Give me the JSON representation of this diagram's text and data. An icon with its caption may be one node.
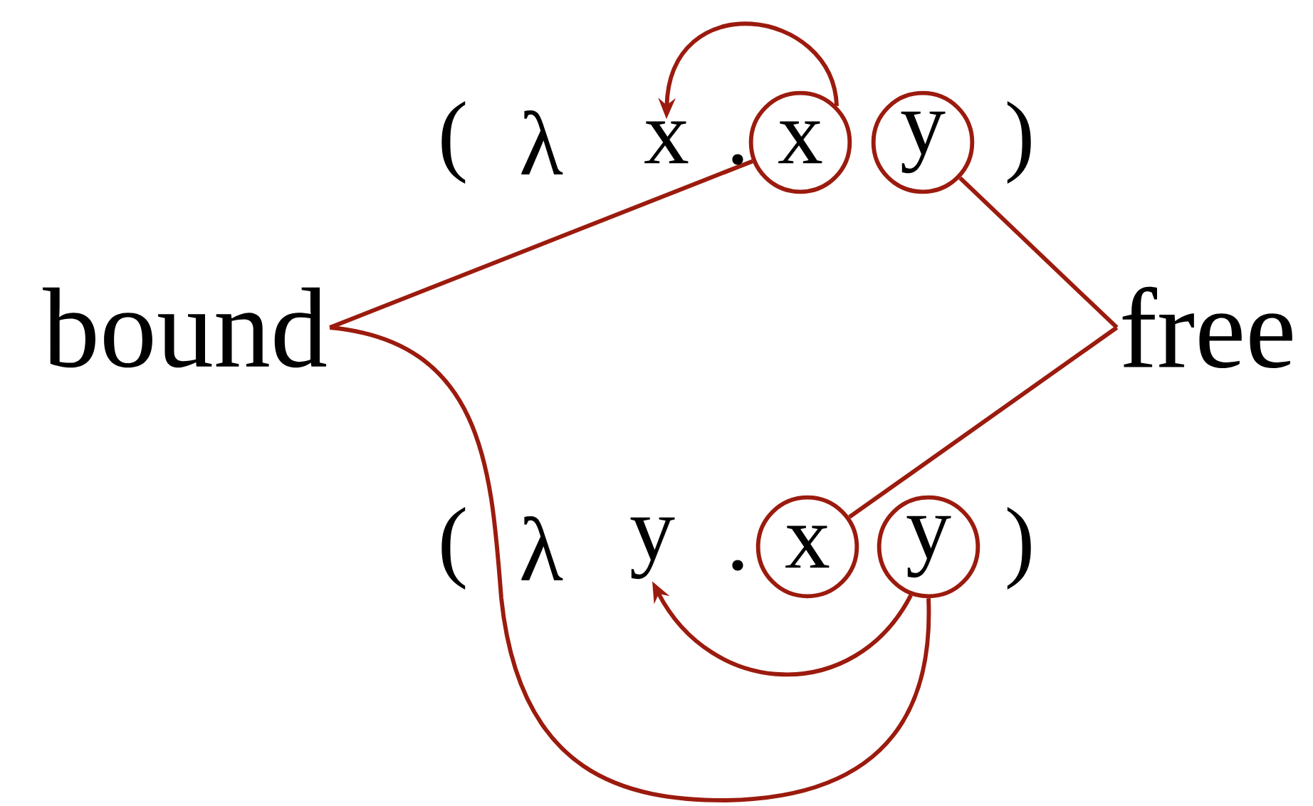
{
  "diagram": {
    "nodes": [
      {
        "text": [
          "x"
        ]
      },
      {
        "text": [
          "x"
        ]
      },
      {
        "text": [
          "y"
        ]
      },
      {
        "text": [
          "bound"
        ]
      },
      {
        "text": [
          "free"
        ]
      },
      {
        "text": [
          "y"
        ]
      },
      {
        "text": [
          "x"
        ]
      },
      {
        "text": [
          "y"
        ]
      }
    ],
    "edges": [
      {
        "from": 1,
        "to": 0,
        "arrow": "to"
      },
      {
        "from": 3,
        "to": 1,
        "arrow": "none"
      },
      {
        "from": 4,
        "to": 2,
        "arrow": "none"
      },
      {
        "from": 4,
        "to": 6,
        "arrow": "none"
      },
      {
        "from": 3,
        "to": 7,
        "arrow": "none"
      },
      {
        "from": 7,
        "to": 5,
        "arrow": "to"
      }
    ],
    "labels": [
      "(",
      "λ",
      ".",
      ")",
      "(",
      "λ",
      ".",
      ")"
    ]
  }
}
